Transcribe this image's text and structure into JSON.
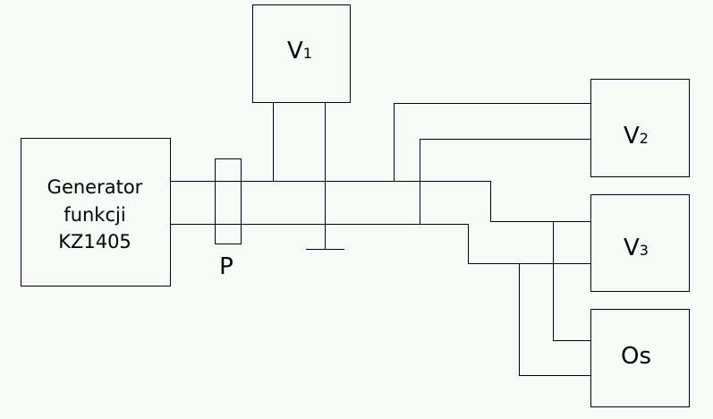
{
  "generator": {
    "lines": [
      "Generator",
      "funkcji",
      "KZ1405"
    ]
  },
  "probe": {
    "label": "P"
  },
  "v1": {
    "main": "V",
    "sub": "1"
  },
  "v2": {
    "main": "V",
    "sub": "2"
  },
  "v3": {
    "main": "V",
    "sub": "3"
  },
  "oscilloscope": {
    "label": "Os"
  }
}
